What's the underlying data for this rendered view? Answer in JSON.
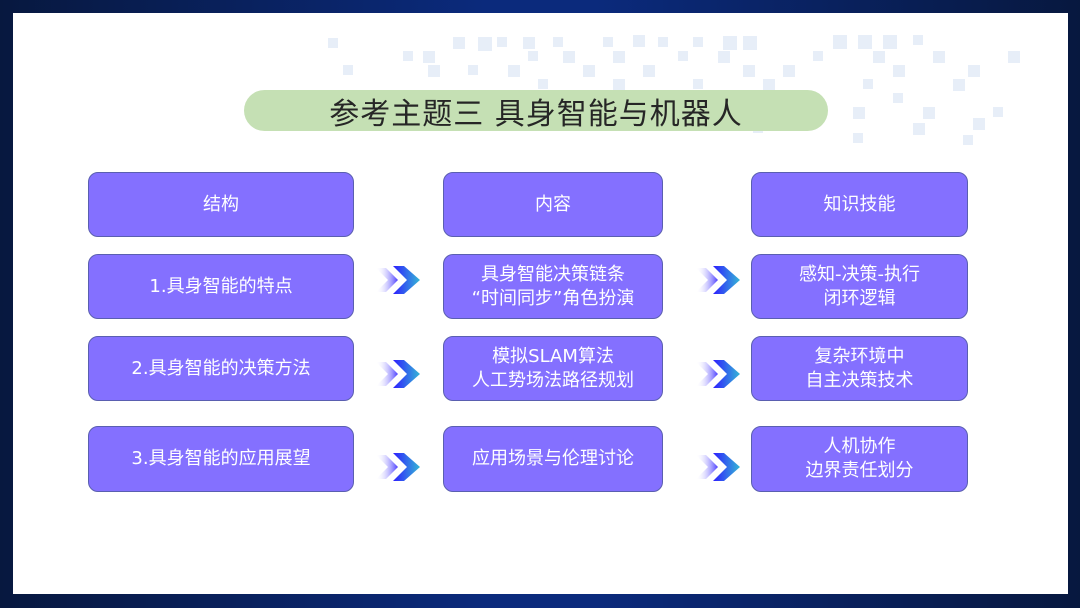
{
  "slide": {
    "title": "参考主题三  具身智能与机器人",
    "colors": {
      "frame_dark": "#07183f",
      "frame_mid": "#0b2a7c",
      "title_pill": "#c5e0b4",
      "box_fill": "#8470ff",
      "box_border": "#5a5fb0",
      "arrow_start": "#3a2bff",
      "arrow_end": "#35b6d6"
    },
    "headers": {
      "structure": "结构",
      "content": "内容",
      "skills": "知识技能"
    },
    "rows": [
      {
        "structure": "1.具身智能的特点",
        "content": [
          "具身智能决策链条",
          "“时间同步”角色扮演"
        ],
        "skills": [
          "感知-决策-执行",
          "闭环逻辑"
        ]
      },
      {
        "structure": "2.具身智能的决策方法",
        "content": [
          "模拟SLAM算法",
          "人工势场法路径规划"
        ],
        "skills": [
          "复杂环境中",
          "自主决策技术"
        ]
      },
      {
        "structure": "3.具身智能的应用展望",
        "content": [
          "应用场景与伦理讨论"
        ],
        "skills": [
          "人机协作",
          "边界责任划分"
        ]
      }
    ],
    "icons": {
      "arrow": "double-chevron-right-icon"
    }
  }
}
